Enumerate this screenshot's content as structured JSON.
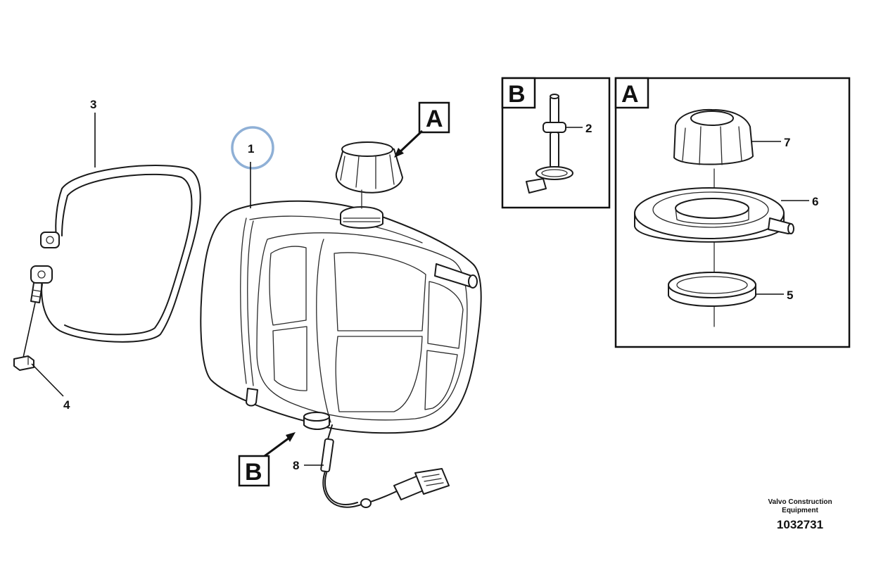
{
  "callouts": {
    "p1": "1",
    "p2": "2",
    "p3": "3",
    "p4": "4",
    "p5": "5",
    "p6": "6",
    "p7": "7",
    "p8": "8"
  },
  "view_labels": {
    "a_pointer": "A",
    "b_pointer": "B",
    "detail_b": "B",
    "detail_a": "A"
  },
  "footer": {
    "company_line1": "Valvo Construction",
    "company_line2": "Equipment",
    "drawing_number": "1032731"
  },
  "colors": {
    "highlight_circle": "#8fb0d6",
    "line": "#1a1a1a"
  }
}
